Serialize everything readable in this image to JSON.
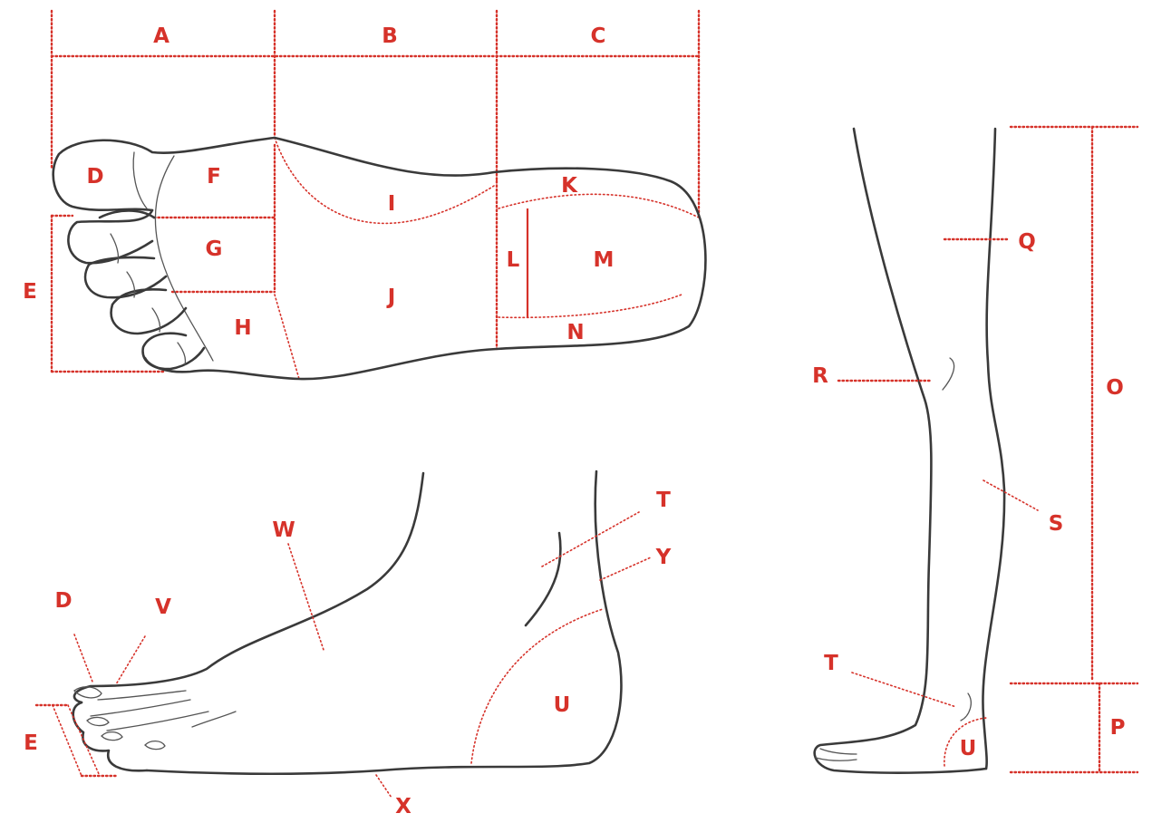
{
  "accent_color": "#d6322a",
  "line_color": "#3a3a3a",
  "labels": {
    "A": "A",
    "B": "B",
    "C": "C",
    "D": "D",
    "E": "E",
    "F": "F",
    "G": "G",
    "H": "H",
    "I": "I",
    "J": "J",
    "K": "K",
    "L": "L",
    "M": "M",
    "N": "N",
    "O": "O",
    "P": "P",
    "Q": "Q",
    "R": "R",
    "S": "S",
    "T": "T",
    "U": "U",
    "V": "V",
    "W": "W",
    "X": "X",
    "Y": "Y"
  }
}
